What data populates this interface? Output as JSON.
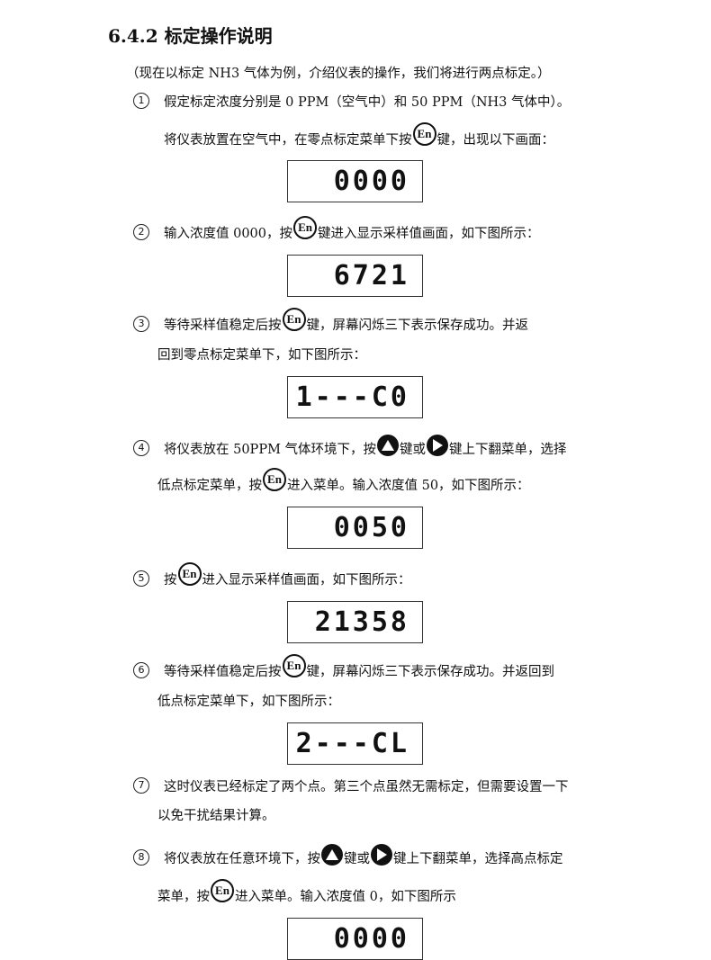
{
  "title": "6.4.2 标定操作说明",
  "icons": {
    "en_key": "En",
    "up_key": "up-arrow",
    "down_key": "down-arrow"
  },
  "lines": [
    {
      "seg": [
        {
          "t": "（现在以标定 NH3 气体为例，介绍仪表的操作，我们将进行两点标定。）"
        }
      ]
    },
    {
      "num": "1",
      "seg": [
        {
          "t": "假定标定浓度分别是 0 PPM（空气中）和 50 PPM（NH3 气体中）。"
        }
      ]
    },
    {
      "seg": [
        {
          "t": "将仪表放置在空气中，在零点标定菜单下按"
        },
        {
          "icon": "en"
        },
        {
          "t": "键，出现以下画面："
        }
      ]
    },
    {
      "num": "2",
      "seg": [
        {
          "t": "输入浓度值 0000，按"
        },
        {
          "icon": "en"
        },
        {
          "t": "键进入显示采样值画面，如下图所示："
        }
      ]
    },
    {
      "num": "3",
      "seg": [
        {
          "t": "等待采样值稳定后按"
        },
        {
          "icon": "en"
        },
        {
          "t": "键，屏幕闪烁三下表示保存成功。并返"
        }
      ]
    },
    {
      "seg": [
        {
          "t": "回到零点标定菜单下，如下图所示："
        }
      ]
    },
    {
      "num": "4",
      "seg": [
        {
          "t": "将仪表放在 50PPM 气体环境下，按"
        },
        {
          "icon": "up"
        },
        {
          "t": "键或"
        },
        {
          "icon": "down"
        },
        {
          "t": "键上下翻菜单，选择"
        }
      ]
    },
    {
      "seg": [
        {
          "t": "低点标定菜单，按"
        },
        {
          "icon": "en"
        },
        {
          "t": "进入菜单。输入浓度值 50，如下图所示："
        }
      ]
    },
    {
      "num": "5",
      "seg": [
        {
          "t": "按"
        },
        {
          "icon": "en"
        },
        {
          "t": "进入显示采样值画面，如下图所示："
        }
      ]
    },
    {
      "num": "6",
      "seg": [
        {
          "t": "等待采样值稳定后按"
        },
        {
          "icon": "en"
        },
        {
          "t": "键，屏幕闪烁三下表示保存成功。并返回到"
        }
      ]
    },
    {
      "seg": [
        {
          "t": "低点标定菜单下，如下图所示："
        }
      ]
    },
    {
      "num": "7",
      "seg": [
        {
          "t": "这时仪表已经标定了两个点。第三个点虽然无需标定，但需要设置一下"
        }
      ]
    },
    {
      "seg": [
        {
          "t": "以免干扰结果计算。"
        }
      ]
    },
    {
      "num": "8",
      "seg": [
        {
          "t": "将仪表放在任意环境下，按"
        },
        {
          "icon": "up"
        },
        {
          "t": "键或"
        },
        {
          "icon": "down"
        },
        {
          "t": "键上下翻菜单，选择高点标定"
        }
      ]
    },
    {
      "seg": [
        {
          "t": "菜单，按"
        },
        {
          "icon": "en"
        },
        {
          "t": "进入菜单。输入浓度值 0，如下图所示"
        }
      ]
    }
  ],
  "displays": [
    "0000",
    "6721",
    "1---C0",
    "0050",
    "21358",
    "2---CL",
    "0000"
  ]
}
